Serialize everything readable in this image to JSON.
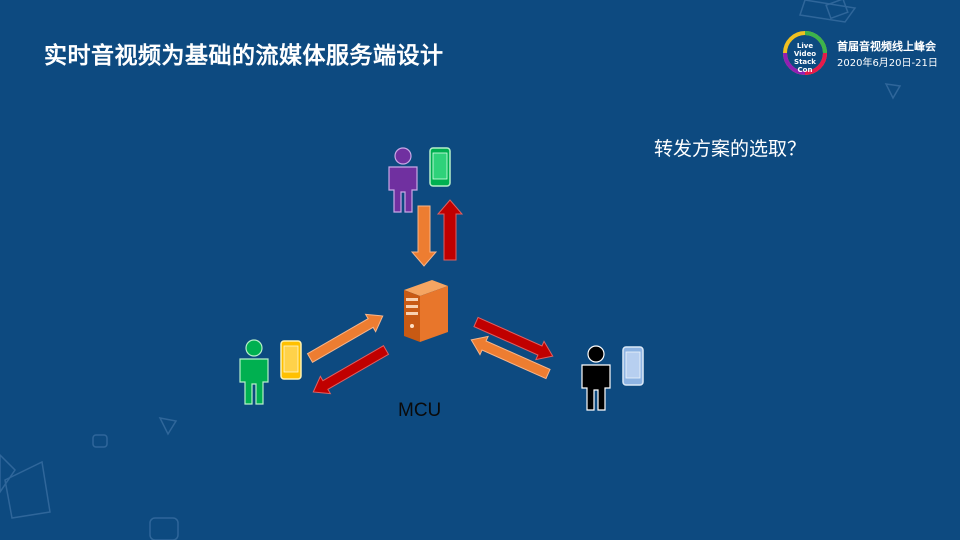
{
  "title": "实时音视频为基础的流媒体服务端设计",
  "question": "转发方案的选取？",
  "mcu_label": "MCU",
  "brand": {
    "logo_line1": "Live Video",
    "logo_line2": "Stack Con",
    "name": "首届音视频线上峰会",
    "date": "2020年6月20日-21日"
  },
  "colors": {
    "background": "#0d4a80",
    "arrow_orange": "#ed7d31",
    "arrow_red": "#c00000",
    "user_purple": "#7030a0",
    "user_green": "#00b050",
    "user_black": "#000000",
    "phone_green": "#00b050",
    "phone_yellow": "#ffc000",
    "phone_blue": "#8eb4e3",
    "server": "#e8762b"
  },
  "icons": [
    "person-icon",
    "phone-icon",
    "server-icon"
  ]
}
